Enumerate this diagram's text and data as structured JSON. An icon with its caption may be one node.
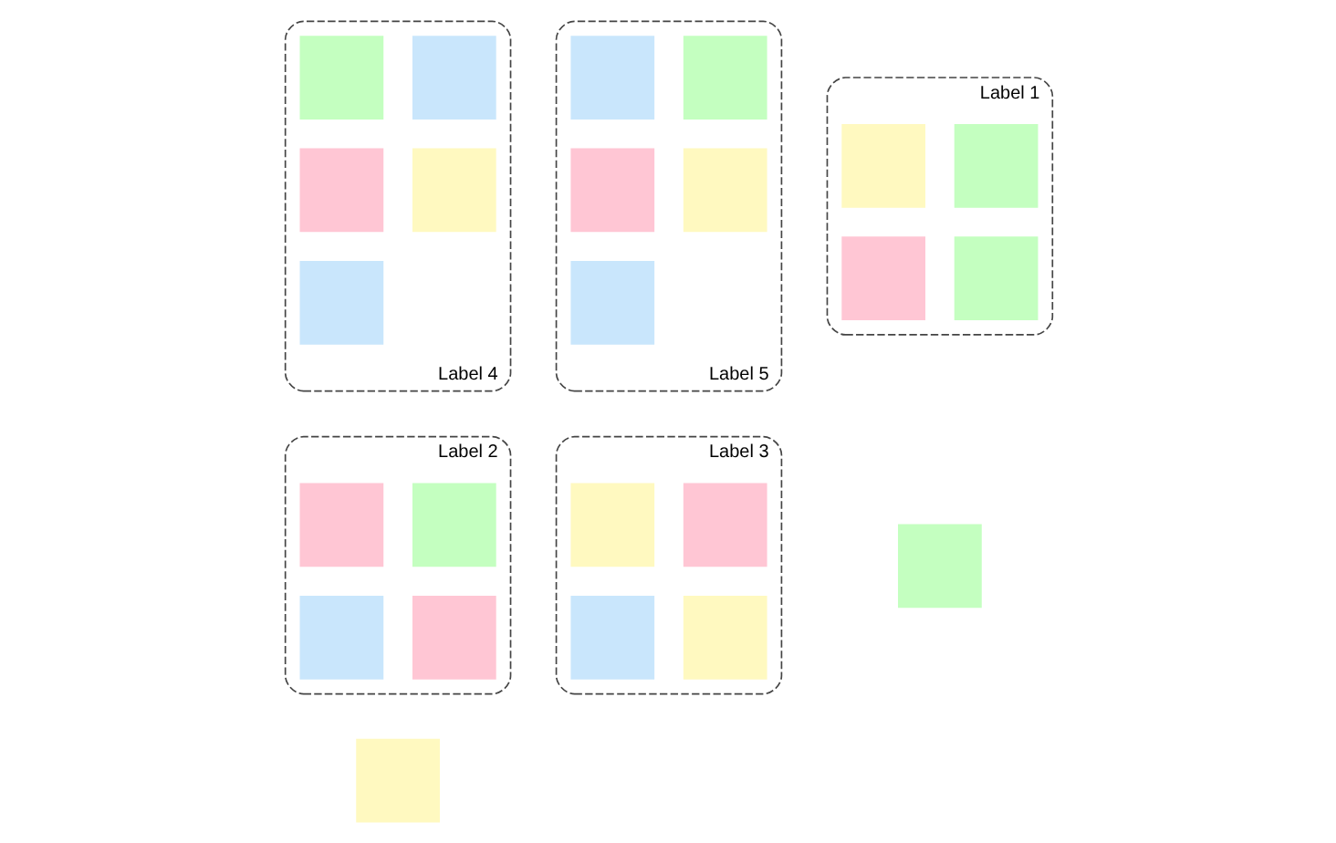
{
  "diagram": {
    "nodes": [
      {
        "text": [
          "Label 1"
        ]
      },
      {
        "text": [],
        "shape": "box",
        "in": 0
      },
      {
        "text": [],
        "shape": "box",
        "in": 0
      },
      {
        "text": [],
        "shape": "box",
        "in": 0
      },
      {
        "text": [],
        "shape": "box",
        "in": 0
      },
      {
        "text": [
          "Label 2"
        ]
      },
      {
        "text": [],
        "shape": "box",
        "in": 5
      },
      {
        "text": [],
        "shape": "box",
        "in": 5
      },
      {
        "text": [],
        "shape": "box",
        "in": 5
      },
      {
        "text": [],
        "shape": "box",
        "in": 5
      },
      {
        "text": [
          "Label 3"
        ]
      },
      {
        "text": [],
        "shape": "box",
        "in": 10
      },
      {
        "text": [],
        "shape": "box",
        "in": 10
      },
      {
        "text": [],
        "shape": "box",
        "in": 10
      },
      {
        "text": [],
        "shape": "box",
        "in": 10
      },
      {
        "text": [],
        "shape": "box"
      },
      {
        "text": [],
        "shape": "box"
      },
      {
        "text": [
          "Label 4"
        ]
      },
      {
        "text": [],
        "shape": "box",
        "in": 17
      },
      {
        "text": [],
        "shape": "box",
        "in": 17
      },
      {
        "text": [],
        "shape": "box",
        "in": 17
      },
      {
        "text": [],
        "shape": "box",
        "in": 17
      },
      {
        "text": [],
        "shape": "box",
        "in": 17
      },
      {
        "text": [
          "Label 5"
        ]
      },
      {
        "text": [],
        "shape": "box",
        "in": 23
      },
      {
        "text": [],
        "shape": "box",
        "in": 23
      },
      {
        "text": [],
        "shape": "box",
        "in": 23
      },
      {
        "text": [],
        "shape": "box",
        "in": 23
      },
      {
        "text": [],
        "shape": "box",
        "in": 23
      }
    ],
    "edges": []
  }
}
